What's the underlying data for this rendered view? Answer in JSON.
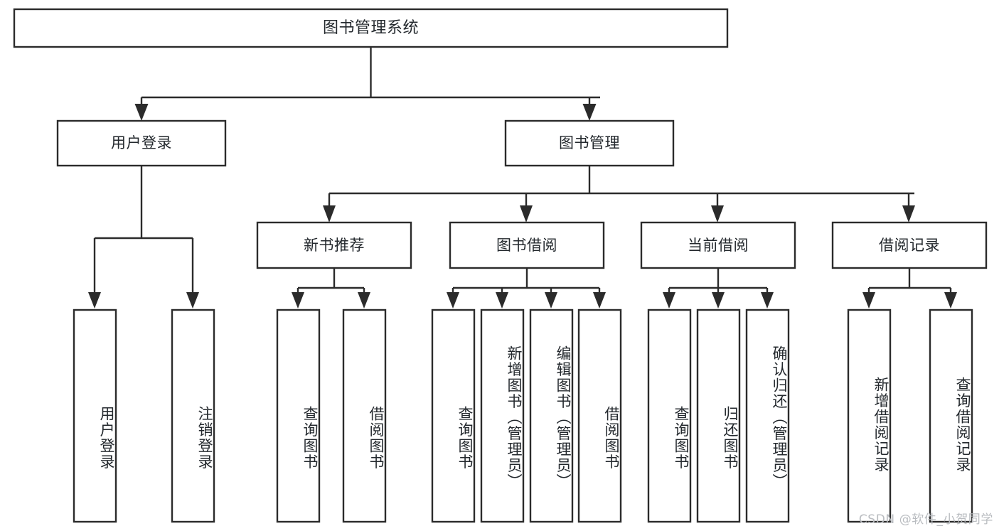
{
  "diagram": {
    "title": "图书管理系统",
    "type": "tree-hierarchy-chart",
    "watermark": "CSDN @软件_小贺同学",
    "colors": {
      "box_stroke": "#2b2b2b",
      "box_fill": "#ffffff",
      "text": "#23282d",
      "watermark": "#b9bcc0",
      "background": "#ffffff"
    },
    "nodes": {
      "root": {
        "label": "图书管理系统"
      },
      "level2": [
        {
          "id": "user-login",
          "label": "用户登录"
        },
        {
          "id": "book-management",
          "label": "图书管理"
        }
      ],
      "level3": [
        {
          "id": "new-book-recommend",
          "label": "新书推荐"
        },
        {
          "id": "book-borrow",
          "label": "图书借阅"
        },
        {
          "id": "current-borrow",
          "label": "当前借阅"
        },
        {
          "id": "borrow-record",
          "label": "借阅记录"
        }
      ],
      "leaves": {
        "user-login": [
          {
            "id": "leaf-user-login",
            "label": "用户登录"
          },
          {
            "id": "leaf-user-logout",
            "label": "注销登录"
          }
        ],
        "new-book-recommend": [
          {
            "id": "leaf-query-book-1",
            "label": "查询图书"
          },
          {
            "id": "leaf-borrow-book-1",
            "label": "借阅图书"
          }
        ],
        "book-borrow": [
          {
            "id": "leaf-query-book-2",
            "label": "查询图书"
          },
          {
            "id": "leaf-add-book",
            "label": "新增图书（管理员）"
          },
          {
            "id": "leaf-edit-book",
            "label": "编辑图书（管理员）"
          },
          {
            "id": "leaf-borrow-book-2",
            "label": "借阅图书"
          }
        ],
        "current-borrow": [
          {
            "id": "leaf-query-book-3",
            "label": "查询图书"
          },
          {
            "id": "leaf-return-book",
            "label": "归还图书"
          },
          {
            "id": "leaf-confirm-return",
            "label": "确认归还（管理员）"
          }
        ],
        "borrow-record": [
          {
            "id": "leaf-add-record",
            "label": "新增借阅记录"
          },
          {
            "id": "leaf-query-record",
            "label": "查询借阅记录"
          }
        ]
      }
    }
  }
}
